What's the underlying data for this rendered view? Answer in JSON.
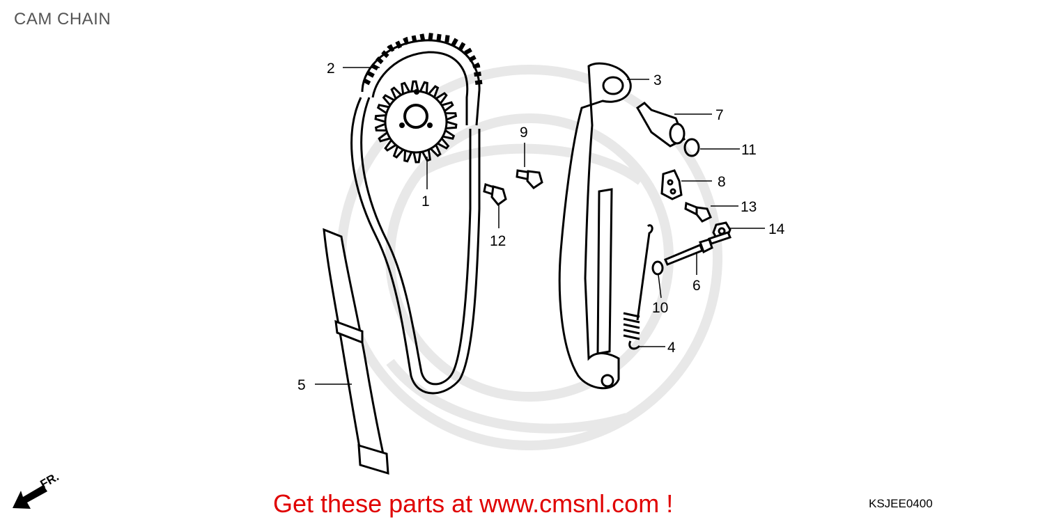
{
  "title": "CAM CHAIN",
  "direction_label": "FR.",
  "banner_text": "Get these parts at www.cmsnl.com !",
  "diagram_code": "KSJEE0400",
  "callouts": {
    "c1": "1",
    "c2": "2",
    "c3": "3",
    "c4": "4",
    "c5": "5",
    "c6": "6",
    "c7": "7",
    "c8": "8",
    "c9": "9",
    "c10": "10",
    "c11": "11",
    "c12": "12",
    "c13": "13",
    "c14": "14"
  },
  "colors": {
    "banner": "#e00000",
    "line": "#000000",
    "watermark": "#e6e6e6",
    "title": "#555555"
  }
}
